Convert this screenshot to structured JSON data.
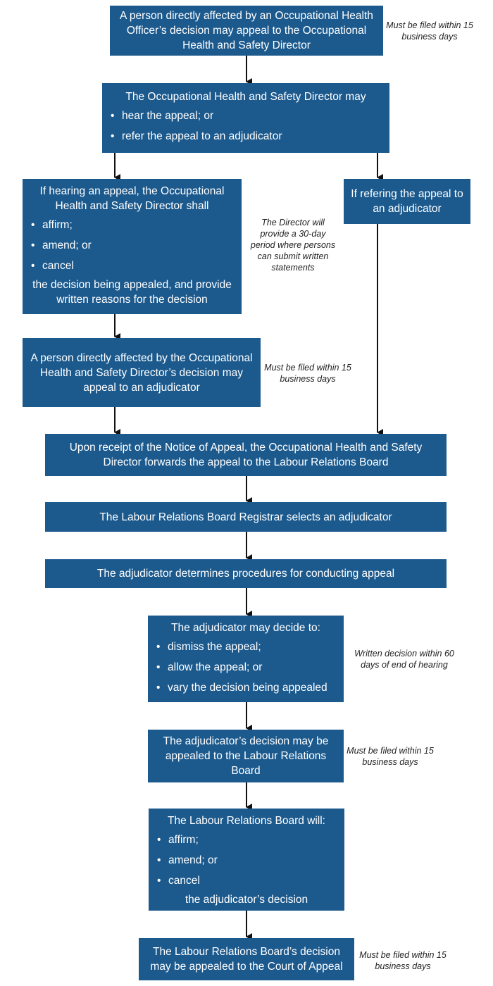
{
  "boxes": {
    "b1": {
      "text": "A person directly affected by an Occupational Health Officer’s decision may appeal to the Occupational Health and Safety Director"
    },
    "b2": {
      "head": "The Occupational Health and Safety Director may",
      "items": [
        "hear the appeal; or",
        "refer the appeal to an adjudicator"
      ]
    },
    "b3": {
      "head": "If hearing an appeal, the Occupational Health and Safety Director shall",
      "items": [
        "affirm;",
        "amend; or",
        "cancel"
      ],
      "tail": "the decision being appealed, and provide written reasons for the decision"
    },
    "b4": {
      "text": "If refering the appeal to an adjudicator"
    },
    "b5": {
      "text": "A person directly affected by the Occupational Health and Safety Director’s decision may appeal to an adjudicator"
    },
    "b6": {
      "text": "Upon receipt of the Notice of Appeal, the Occupational Health and Safety Director forwards the appeal to the Labour Relations Board"
    },
    "b7": {
      "text": "The Labour Relations Board Registrar selects an adjudicator"
    },
    "b8": {
      "text": "The adjudicator determines procedures for conducting appeal"
    },
    "b9": {
      "head": "The adjudicator may decide to:",
      "items": [
        "dismiss the appeal;",
        "allow the appeal; or",
        "vary the decision being appealed"
      ]
    },
    "b10": {
      "text": "The adjudicator’s decision may be appealed to the Labour Relations Board"
    },
    "b11": {
      "head": "The Labour Relations Board will:",
      "items": [
        "affirm;",
        "amend; or",
        "cancel"
      ],
      "tail": "the adjudicator’s decision"
    },
    "b12": {
      "text": "The Labour Relations Board’s decision may be appealed to the Court of Appeal"
    }
  },
  "notes": {
    "n1": "Must be filed within 15 business days",
    "n2": "The Director will provide a 30-day period where persons can submit written statements",
    "n3": "Must be filed within 15 business days",
    "n4": "Written decision within 60 days of end of hearing",
    "n5": "Must be filed within 15 business days",
    "n6": "Must be filed within 15 business days"
  },
  "colors": {
    "box": "#1c5a8e",
    "arrow": "#111111"
  }
}
